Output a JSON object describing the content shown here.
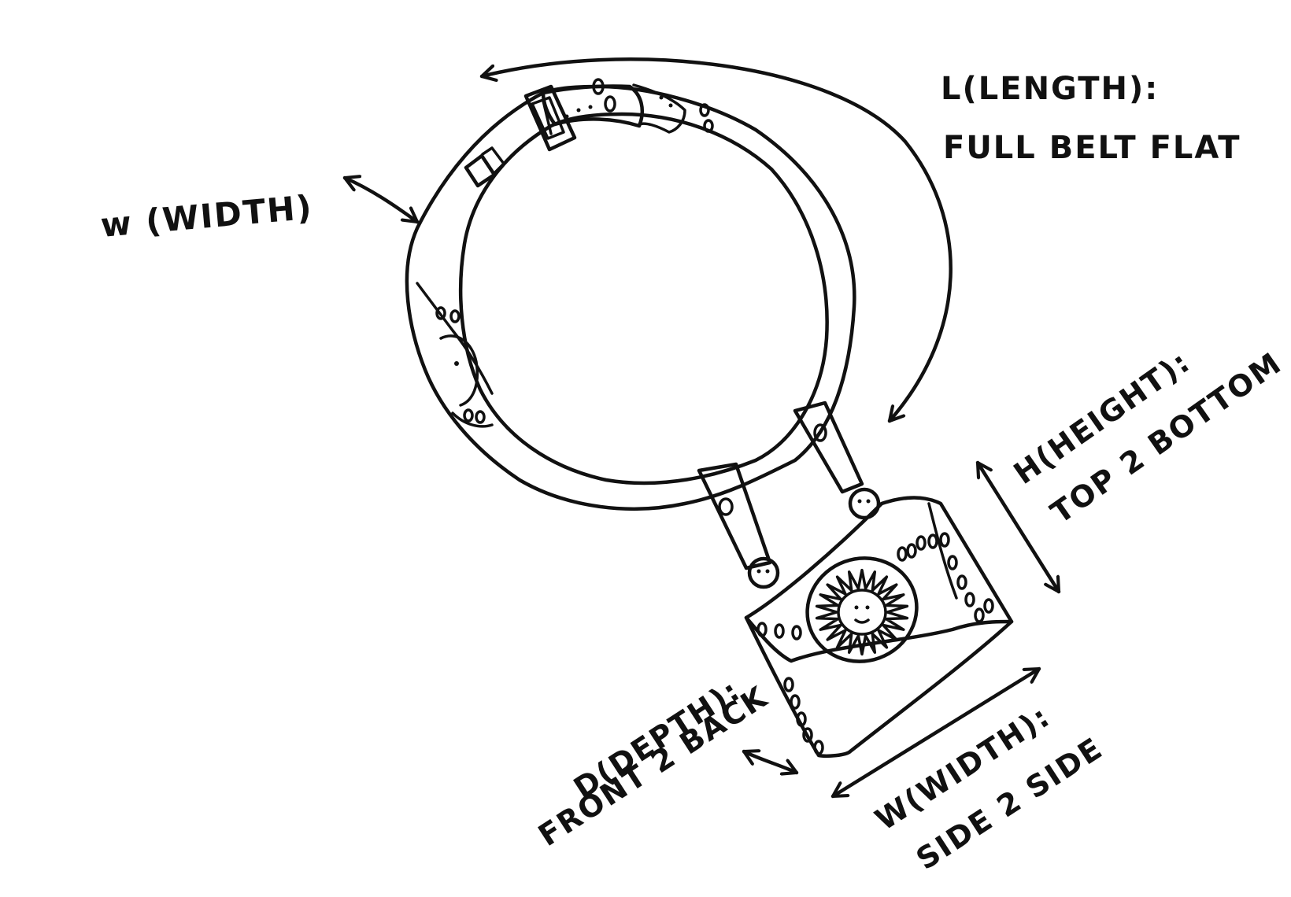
{
  "labels": {
    "belt_width": "w (WIDTH)",
    "length_title": "L(LENGTH):",
    "length_desc": "FULL BELT FLAT",
    "height_title": "H(HEIGHT):",
    "height_desc": "TOP 2 BOTTOM",
    "depth_title": "D(DEPTH):",
    "depth_desc": "FRONT 2 BACK",
    "width_title": "W(WIDTH):",
    "width_desc": "SIDE 2 SIDE"
  },
  "colors": {
    "ink": "#111111",
    "paper": "#ffffff"
  },
  "icons": [
    "belt-icon",
    "pouch-icon",
    "sun-emblem-icon",
    "buckle-icon"
  ]
}
